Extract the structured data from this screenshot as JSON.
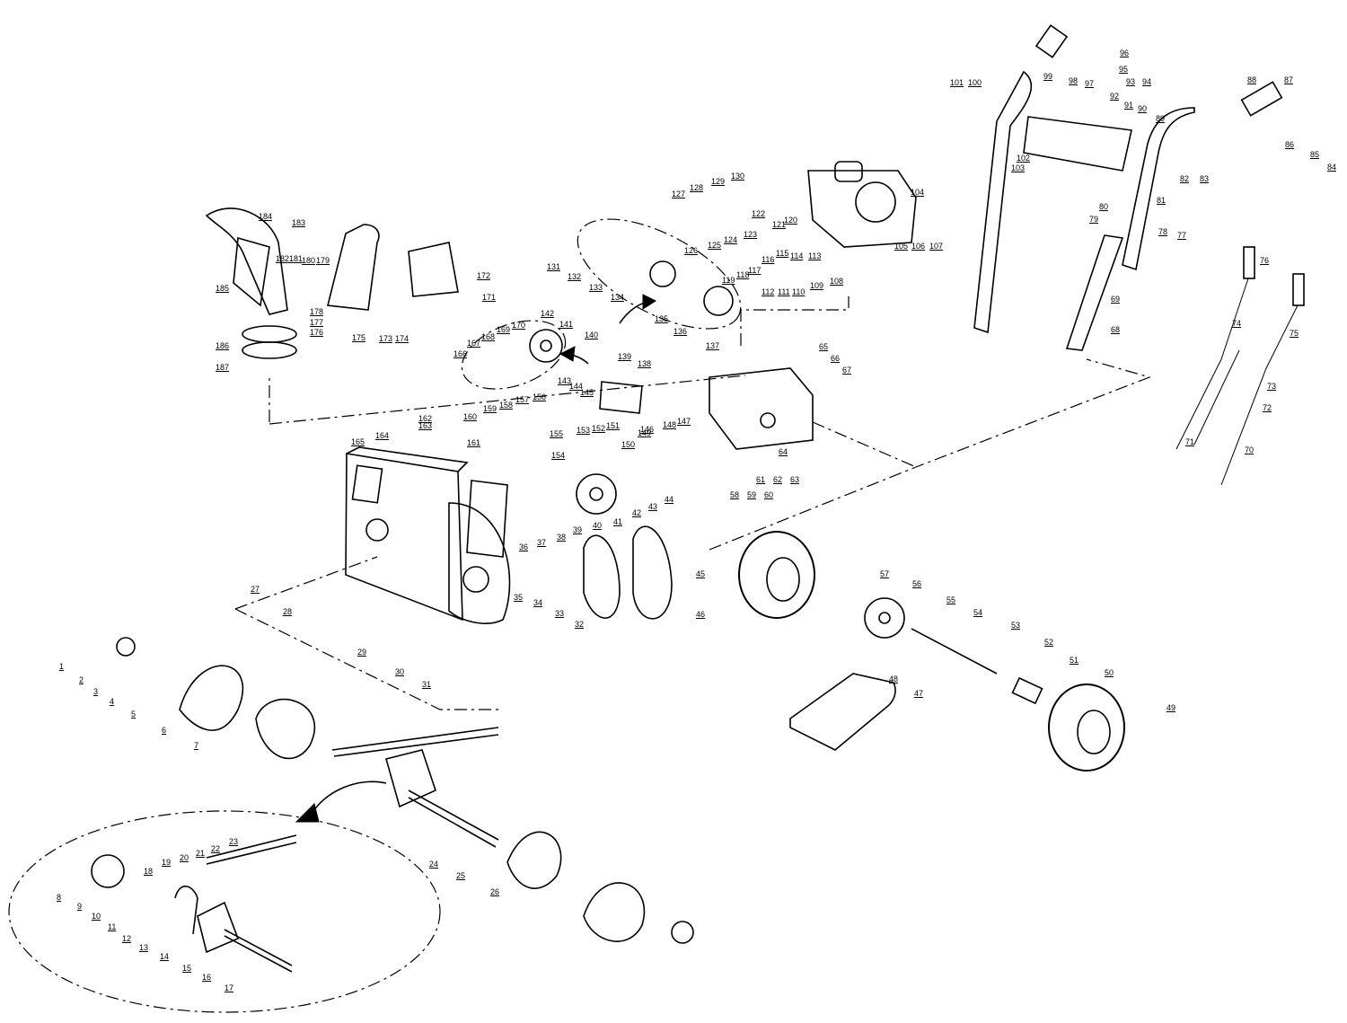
{
  "labels": [
    "1",
    "2",
    "3",
    "4",
    "5",
    "6",
    "7",
    "8",
    "9",
    "10",
    "11",
    "12",
    "13",
    "14",
    "15",
    "16",
    "17",
    "18",
    "19",
    "20",
    "21",
    "22",
    "23",
    "24",
    "25",
    "26",
    "27",
    "28",
    "29",
    "30",
    "31",
    "32",
    "33",
    "34",
    "35",
    "36",
    "37",
    "38",
    "39",
    "40",
    "41",
    "42",
    "43",
    "44",
    "45",
    "46",
    "47",
    "48",
    "49",
    "50",
    "51",
    "52",
    "53",
    "54",
    "55",
    "56",
    "57",
    "58",
    "59",
    "60",
    "61",
    "62",
    "63",
    "64",
    "65",
    "66",
    "67",
    "68",
    "69",
    "70",
    "71",
    "72",
    "73",
    "74",
    "75",
    "76",
    "77",
    "78",
    "79",
    "80",
    "81",
    "82",
    "83",
    "84",
    "85",
    "86",
    "87",
    "88",
    "89",
    "90",
    "91",
    "92",
    "93",
    "94",
    "95",
    "96",
    "97",
    "98",
    "99",
    "100",
    "101",
    "102",
    "103",
    "104",
    "105",
    "106",
    "107",
    "108",
    "109",
    "110",
    "111",
    "112",
    "113",
    "114",
    "115",
    "116",
    "117",
    "118",
    "119",
    "120",
    "121",
    "122",
    "123",
    "124",
    "125",
    "126",
    "127",
    "128",
    "129",
    "130",
    "131",
    "132",
    "133",
    "134",
    "135",
    "136",
    "137",
    "138",
    "139",
    "140",
    "141",
    "142",
    "143",
    "144",
    "145",
    "146",
    "147",
    "148",
    "149",
    "150",
    "151",
    "152",
    "153",
    "154",
    "155",
    "156",
    "157",
    "158",
    "159",
    "160",
    "161",
    "162",
    "163",
    "164",
    "165",
    "166",
    "167",
    "168",
    "169",
    "170",
    "171",
    "172",
    "173",
    "174",
    "175",
    "176",
    "177",
    "178",
    "179",
    "180",
    "181",
    "182",
    "183",
    "184",
    "185",
    "186",
    "187"
  ]
}
